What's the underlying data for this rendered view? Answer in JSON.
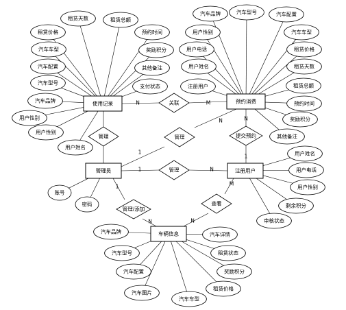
{
  "entities": {
    "usage": "使用记录",
    "reservation": "预约消费",
    "admin": "管理员",
    "user": "注册用户",
    "vehicle": "车辆信息"
  },
  "usage_attrs": [
    "租赁天数",
    "租赁总额",
    "租赁价格",
    "预约时间",
    "汽车车型",
    "奖励积分",
    "汽车配置",
    "其他备注",
    "汽车型号",
    "支付状态",
    "汽车品牌",
    "用户性别",
    "用户性别",
    "用户姓名"
  ],
  "reservation_attrs": [
    "汽车品牌",
    "汽车型号",
    "汽车配置",
    "用户性别",
    "汽车车型",
    "用户电话",
    "租赁价格",
    "用户姓名",
    "租赁天数",
    "注册用户",
    "租赁总额",
    "预约时间",
    "奖励积分",
    "其他备注"
  ],
  "user_attrs": [
    "用户姓名",
    "用户电话",
    "用户性别",
    "剩余积分",
    "审核状态"
  ],
  "admin_attrs": [
    "账号",
    "密码"
  ],
  "vehicle_attrs": [
    "汽车品牌",
    "汽车详情",
    "汽车型号",
    "租赁状态",
    "汽车配置",
    "奖励积分",
    "汽车图片",
    "汽车车型",
    "租赁价格"
  ],
  "relations": {
    "usage_reservation": "关联",
    "admin_usage": "管理",
    "admin_reservation": "管理",
    "admin_user": "管理",
    "reservation_user": "提交预约",
    "admin_vehicle": "管理/添加",
    "user_vehicle": "查看"
  },
  "cardinality": {
    "usage_reservation": [
      "N",
      "M"
    ],
    "admin_reservation": [
      "1",
      "N"
    ],
    "admin_user": [
      "1",
      "N"
    ],
    "user_reservation": [
      "1",
      "N"
    ],
    "admin_vehicle": [
      "1",
      "N"
    ],
    "user_vehicle": [
      "M",
      "N"
    ]
  }
}
